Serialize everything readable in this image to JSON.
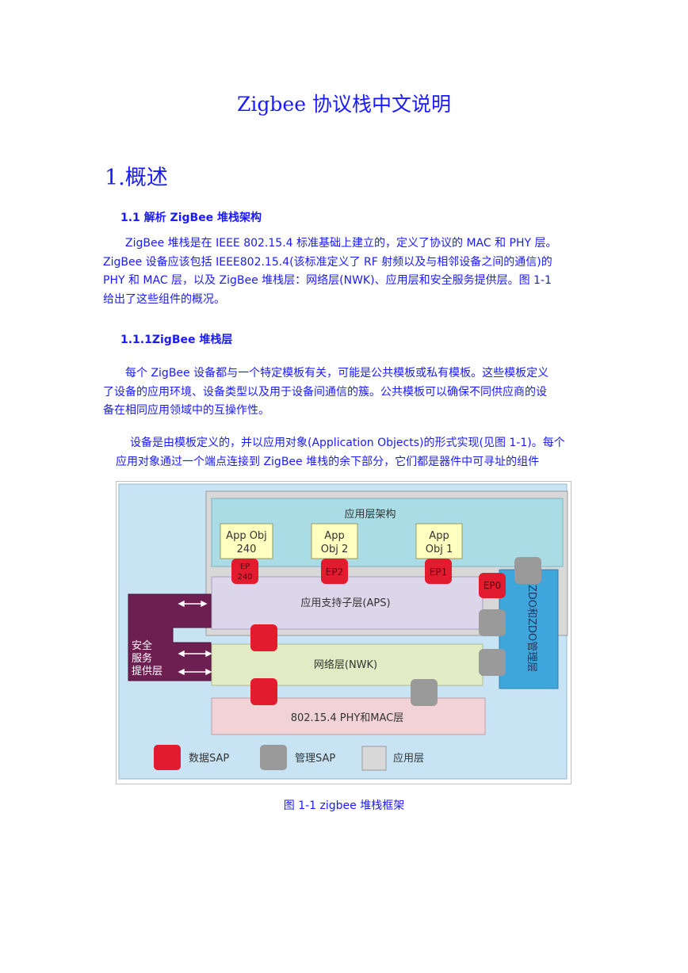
{
  "document": {
    "title": "Zigbee 协议栈中文说明",
    "h1": "1.概述",
    "h2": "1.1 解析 ZigBee 堆栈架构",
    "p1_lines": [
      "ZigBee 堆栈是在 IEEE 802.15.4 标准基础上建立的，定义了协议的 MAC 和 PHY 层。",
      "ZigBee 设备应该包括 IEEE802.15.4(该标准定义了 RF 射频以及与相邻设备之间的通信)的",
      "PHY 和 MAC 层，以及 ZigBee 堆栈层：网络层(NWK)、应用层和安全服务提供层。图 1-1",
      "给出了这些组件的概况。"
    ],
    "h3": "1.1.1ZigBee 堆栈层",
    "p2_lines": [
      "每个 ZigBee 设备都与一个特定模板有关，可能是公共模板或私有模板。这些模板定义",
      "了设备的应用环境、设备类型以及用于设备间通信的簇。公共模板可以确保不同供应商的设",
      "备在相同应用领域中的互操作性。"
    ],
    "p3_lines": [
      "设备是由模板定义的，并以应用对象(Application Objects)的形式实现(见图 1-1)。每个",
      "应用对象通过一个端点连接到 ZigBee 堆栈的余下部分，它们都是器件中可寻址的组件"
    ],
    "caption": "图 1-1 zigbee 堆栈框架"
  },
  "diagram": {
    "app_framework": "应用层架构",
    "app_obj_240": [
      "App Obj",
      "240"
    ],
    "app_obj_2": [
      "App",
      "Obj 2"
    ],
    "app_obj_1": [
      "App",
      "Obj 1"
    ],
    "ep240": [
      "EP",
      "240"
    ],
    "ep2": "EP2",
    "ep1": "EP1",
    "ep0": "EP0",
    "aps": "应用支持子层(APS)",
    "nwk": "网络层(NWK)",
    "phy_mac": "802.15.4 PHY和MAC层",
    "security": [
      "安全",
      "服务",
      "提供层"
    ],
    "zdo": "ZDO和ZDO管理层",
    "legend_data_sap": "数据SAP",
    "legend_mgmt_sap": "管理SAP",
    "legend_app_layer": "应用层",
    "colors": {
      "background": "#c8e4f4",
      "app_framework": "#a9dce4",
      "app_obj": "#ffffc0",
      "aps": "#dcd6ea",
      "nwk": "#e2ecc4",
      "phy": "#f1d2d6",
      "security": "#6e1f52",
      "zdo": "#3fa6dc",
      "data_sap": "#e31b2f",
      "mgmt_sap": "#9a9a9a",
      "app_layer_legend": "#d8d8d8"
    }
  }
}
